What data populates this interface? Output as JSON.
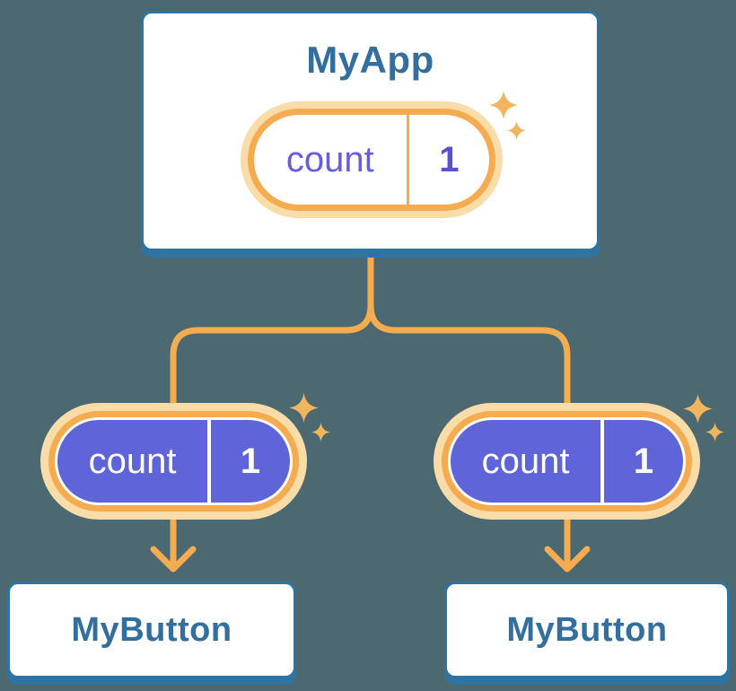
{
  "colors": {
    "background": "#4C6972",
    "card_border": "#2D74A3",
    "title_text": "#326F9E",
    "line_orange": "#F5AC51",
    "glow_orange": "#F9DCA7",
    "sparkle_orange": "#F2B45C",
    "pill_purple": "#5F64D9",
    "pill_text_purple": "#655CDF",
    "pill_value_purple": "#5A50D6"
  },
  "root": {
    "title": "MyApp",
    "pill": {
      "label": "count",
      "value": "1"
    }
  },
  "children": [
    {
      "title": "MyButton",
      "pill": {
        "label": "count",
        "value": "1"
      }
    },
    {
      "title": "MyButton",
      "pill": {
        "label": "count",
        "value": "1"
      }
    }
  ]
}
